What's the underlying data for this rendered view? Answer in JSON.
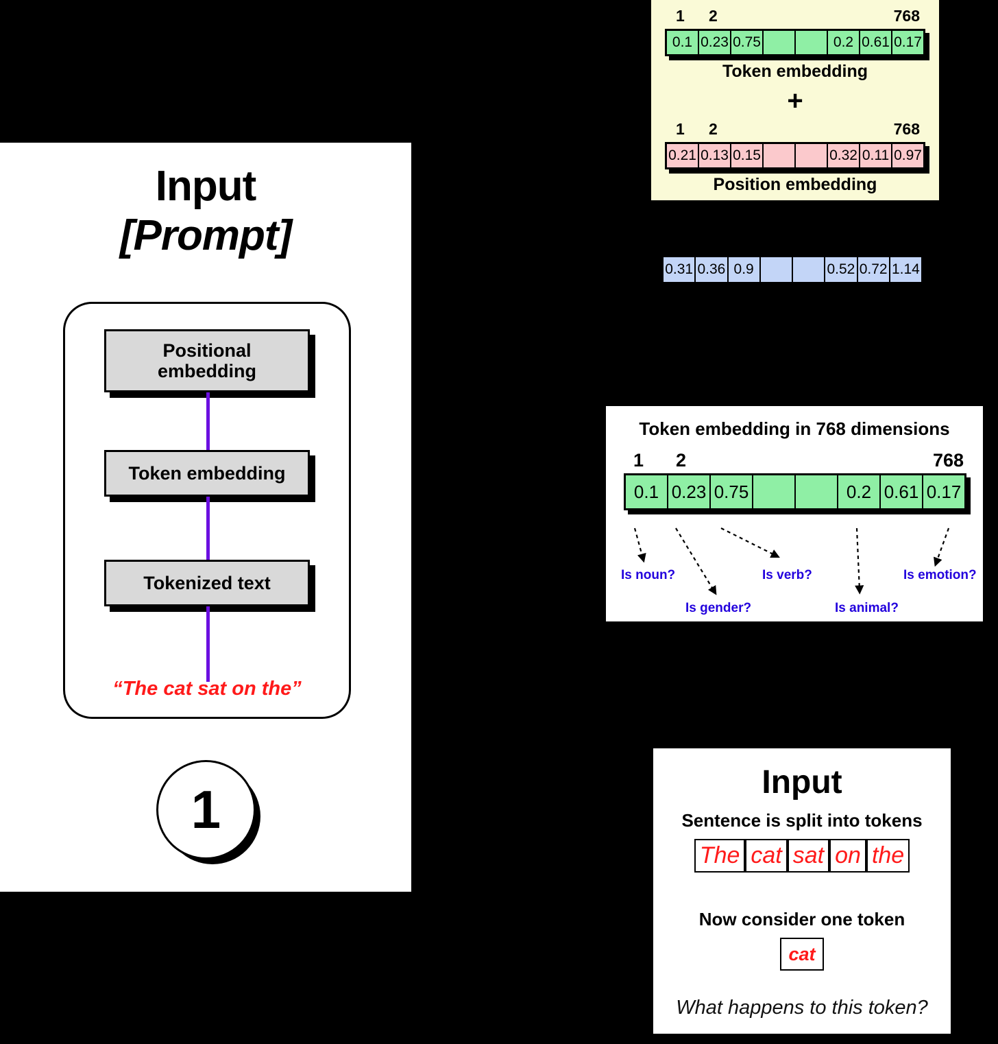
{
  "left_panel": {
    "title_line1": "Input",
    "title_line2": "[Prompt]",
    "stack": [
      {
        "label": "Positional\nembedding",
        "name": "positional-embedding"
      },
      {
        "label": "Token embedding",
        "name": "token-embedding"
      },
      {
        "label": "Tokenized text",
        "name": "tokenized-text"
      }
    ],
    "prompt_text": "“The cat sat on the”",
    "step_number": "1",
    "connector_color": "#6b0fe0",
    "prompt_color": "#ff1a1a"
  },
  "embedding_sum_panel": {
    "background": "#fafad7",
    "token_embedding": {
      "caption": "Token embedding",
      "index_labels": [
        "1",
        "2",
        "768"
      ],
      "cells": [
        "0.1",
        "0.23",
        "0.75",
        "",
        "",
        "0.2",
        "0.61",
        "0.17"
      ],
      "color": "#8fefa5"
    },
    "operator": "+",
    "position_embedding": {
      "caption": "Position embedding",
      "index_labels": [
        "1",
        "2",
        "768"
      ],
      "cells": [
        "0.21",
        "0.13",
        "0.15",
        "",
        "",
        "0.32",
        "0.11",
        "0.97"
      ],
      "color": "#fbc9cc"
    }
  },
  "result_vector": {
    "cells": [
      "0.31",
      "0.36",
      "0.9",
      "",
      "",
      "0.52",
      "0.72",
      "1.14"
    ],
    "color": "#c3d5f7"
  },
  "dimensions_panel": {
    "title": "Token embedding in 768 dimensions",
    "index_labels": [
      "1",
      "2",
      "768"
    ],
    "cells": [
      "0.1",
      "0.23",
      "0.75",
      "",
      "",
      "0.2",
      "0.61",
      "0.17"
    ],
    "color": "#8fefa5",
    "feature_labels": [
      {
        "text": "Is noun?",
        "cell_index": 0
      },
      {
        "text": "Is gender?",
        "cell_index": 1
      },
      {
        "text": "Is verb?",
        "cell_index": 2
      },
      {
        "text": "Is animal?",
        "cell_index": 5
      },
      {
        "text": "Is emotion?",
        "cell_index": 7
      }
    ],
    "label_color": "#2200dd"
  },
  "input_panel": {
    "title": "Input",
    "subtitle": "Sentence is split into tokens",
    "tokens": [
      "The",
      "cat",
      "sat",
      "on",
      "the"
    ],
    "consider_label": "Now consider one token",
    "selected_token": "cat",
    "question": "What happens to this token?",
    "token_color": "#ff1a1a"
  }
}
